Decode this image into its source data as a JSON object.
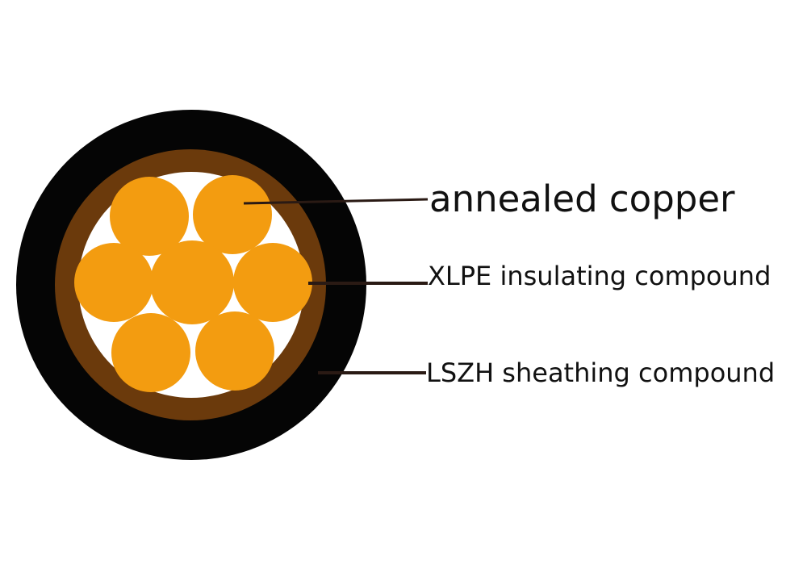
{
  "diagram": {
    "colors": {
      "background": "#ffffff",
      "sheath": "#050505",
      "insulation": "#6b3a0c",
      "conductor_gap": "#ffffff",
      "strand": "#f39c10",
      "leader_line": "#2a1a14",
      "text": "#111111"
    },
    "strand_count": 7,
    "layers": [
      {
        "id": "copper",
        "label": "annealed copper"
      },
      {
        "id": "insulation",
        "label": "XLPE insulating compound"
      },
      {
        "id": "sheath",
        "label": "LSZH sheathing compound"
      }
    ]
  }
}
